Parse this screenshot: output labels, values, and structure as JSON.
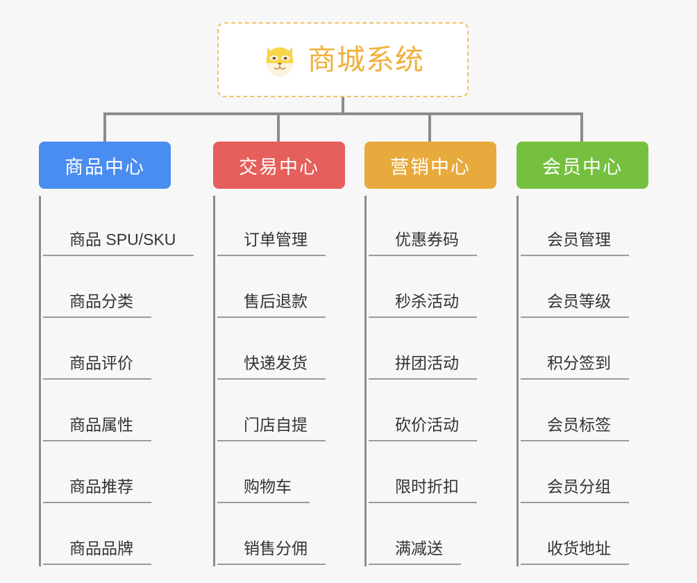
{
  "background_color": "#f7f7f7",
  "root": {
    "icon": "dog-face-icon",
    "title": "商城系统",
    "title_color": "#f0b03c",
    "border_color": "#f0c267",
    "border_style": "dashed"
  },
  "connector_color": "#8c8c8c",
  "branches": [
    {
      "label": "商品中心",
      "color": "#4a8df0",
      "text_color": "#ffffff",
      "items": [
        "商品 SPU/SKU",
        "商品分类",
        "商品评价",
        "商品属性",
        "商品推荐",
        "商品品牌"
      ]
    },
    {
      "label": "交易中心",
      "color": "#e55f5c",
      "text_color": "#ffffff",
      "items": [
        "订单管理",
        "售后退款",
        "快递发货",
        "门店自提",
        "购物车",
        "销售分佣"
      ]
    },
    {
      "label": "营销中心",
      "color": "#e8aa3c",
      "text_color": "#ffffff",
      "items": [
        "优惠券码",
        "秒杀活动",
        "拼团活动",
        "砍价活动",
        "限时折扣",
        "满减送"
      ]
    },
    {
      "label": "会员中心",
      "color": "#76c040",
      "text_color": "#ffffff",
      "items": [
        "会员管理",
        "会员等级",
        "积分签到",
        "会员标签",
        "会员分组",
        "收货地址"
      ]
    }
  ]
}
